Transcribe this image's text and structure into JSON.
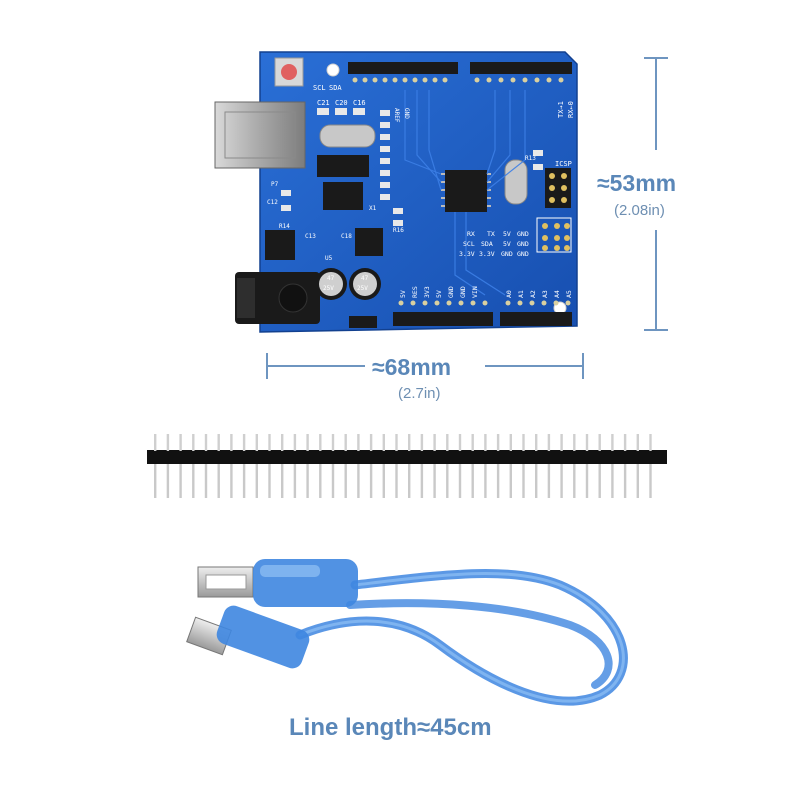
{
  "dimensions": {
    "height": {
      "metric": "≈53mm",
      "imperial": "(2.08in)"
    },
    "width": {
      "metric": "≈68mm",
      "imperial": "(2.7in)"
    }
  },
  "cable": {
    "caption": "Line length≈45cm"
  },
  "board_silkscreen": {
    "top_labels": [
      "SCL",
      "SDA",
      "AREF",
      "GND"
    ],
    "caps_top": [
      "C21",
      "C20",
      "C16"
    ],
    "tx_rx": [
      "TX→1",
      "RX←0"
    ],
    "icsp": "ICSP",
    "header_right": [
      "RX",
      "TX",
      "5V",
      "GND"
    ],
    "header_right2": [
      "SCL",
      "SDA",
      "5V",
      "GND"
    ],
    "header_right3": [
      "3.3V",
      "3.3V",
      "GND",
      "GND"
    ],
    "power_labels": [
      "5V",
      "RES",
      "3V3",
      "5V",
      "GND",
      "GND",
      "VIN"
    ],
    "analog_labels": [
      "A0",
      "A1",
      "A2",
      "A3",
      "A4",
      "A5"
    ],
    "cap_marking": [
      "47",
      "25V"
    ],
    "misc": [
      "R14",
      "R16",
      "R13",
      "P7",
      "C12",
      "C13",
      "C18",
      "U5",
      "X1"
    ]
  },
  "colors": {
    "board_blue": "#1a5bc4",
    "dimension_blue": "#5a87b8",
    "cable_blue": "#3e86e0"
  }
}
